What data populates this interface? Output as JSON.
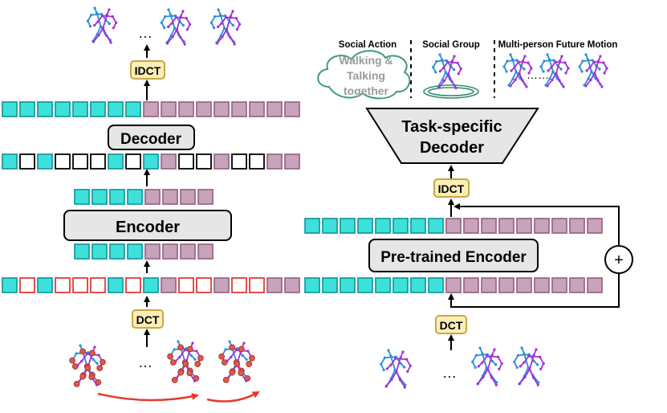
{
  "left_panel": {
    "labels": {
      "idct": "IDCT",
      "decoder": "Decoder",
      "encoder": "Encoder",
      "dct": "DCT",
      "ellipsis_top": "…",
      "ellipsis_bottom": "…"
    }
  },
  "right_panel": {
    "headers": {
      "social_action": "Social Action",
      "social_group": "Social Group",
      "future_motion": "Multi-person Future Motion"
    },
    "cloud_text": [
      "Walking &",
      "Talking",
      "together"
    ],
    "decoder_line1": "Task-specific",
    "decoder_line2": "Decoder",
    "idct": "IDCT",
    "encoder": "Pre-trained Encoder",
    "plus": "+",
    "dct": "DCT",
    "ellipsis_top": "……",
    "ellipsis_bottom": "…"
  },
  "colors": {
    "cyan": "#3ee0dc",
    "cyan_border": "#1a9ea0",
    "mauve": "#c9a2bb",
    "mauve_border": "#9a6b8a",
    "mask_red": "#e03a3a",
    "empty_black": "#000000",
    "label_fill": "#fbeeb8",
    "label_border": "#c9a646",
    "module_fill": "#e6e6e6",
    "skeleton_blue": "#2a8fd6",
    "skeleton_purple": "#a42fd6",
    "joint_red": "#e0594b",
    "arrow_red": "#e23b2e"
  }
}
